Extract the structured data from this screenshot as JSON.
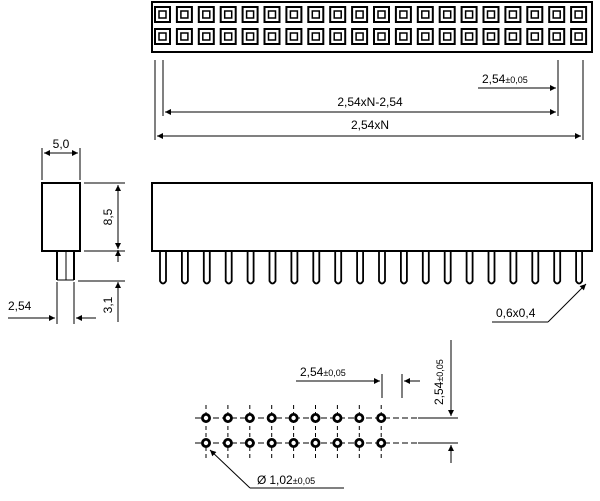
{
  "top_view": {
    "pins_per_row": 20,
    "rows": 2,
    "dim_pitch_main": "2,54",
    "dim_pitch_tol": "±0,05",
    "dim_span_inner": "2,54xN-2,54",
    "dim_span_outer": "2,54xN"
  },
  "side_view": {
    "width_label": "5,0",
    "height_label": "8,5",
    "pin_length_label": "3,1",
    "pitch_label": "2,54"
  },
  "front_view": {
    "pin_count": 20,
    "pin_section_label": "0,6x0,4"
  },
  "footprint": {
    "columns": 9,
    "rows": 2,
    "pitch_h_main": "2,54",
    "pitch_h_tol": "±0,05",
    "pitch_v_main": "2,54",
    "pitch_v_tol": "±0,05",
    "hole_symbol": "Ø",
    "hole_main": "1,02",
    "hole_tol": "±0,05"
  }
}
